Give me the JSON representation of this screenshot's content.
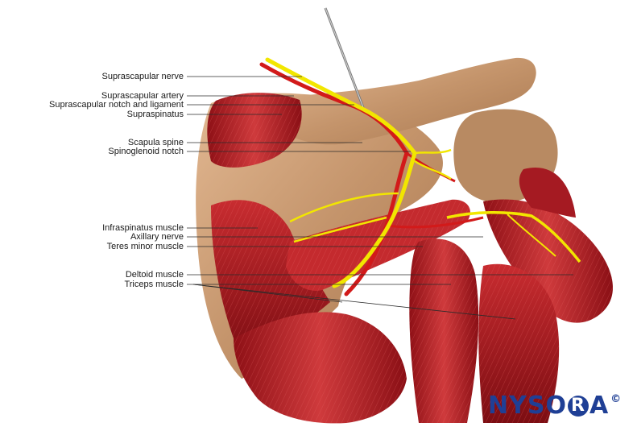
{
  "labels": [
    {
      "id": "suprascapular-nerve",
      "text": "Suprascapular nerve"
    },
    {
      "id": "suprascapular-artery",
      "text": "Suprascapular artery"
    },
    {
      "id": "suprascapular-notch-ligament",
      "text": "Suprascapular notch and ligament"
    },
    {
      "id": "supraspinatus",
      "text": "Supraspinatus"
    },
    {
      "id": "scapula-spine",
      "text": "Scapula spine"
    },
    {
      "id": "spinoglenoid-notch",
      "text": "Spinoglenoid notch"
    },
    {
      "id": "infraspinatus-muscle",
      "text": "Infraspinatus muscle"
    },
    {
      "id": "axillary-nerve",
      "text": "Axillary nerve"
    },
    {
      "id": "teres-minor-muscle",
      "text": "Teres minor muscle"
    },
    {
      "id": "deltoid-muscle",
      "text": "Deltoid muscle"
    },
    {
      "id": "triceps-muscle",
      "text": "Triceps muscle"
    }
  ],
  "logo": {
    "part1": "NYSO",
    "ring": "R",
    "part2": "A",
    "copyright": "©"
  },
  "colors": {
    "bone": "#c79a72",
    "muscle": "#b8202a",
    "nerve": "#f2e600",
    "artery": "#d21a1a",
    "brand": "#1f3f95"
  }
}
